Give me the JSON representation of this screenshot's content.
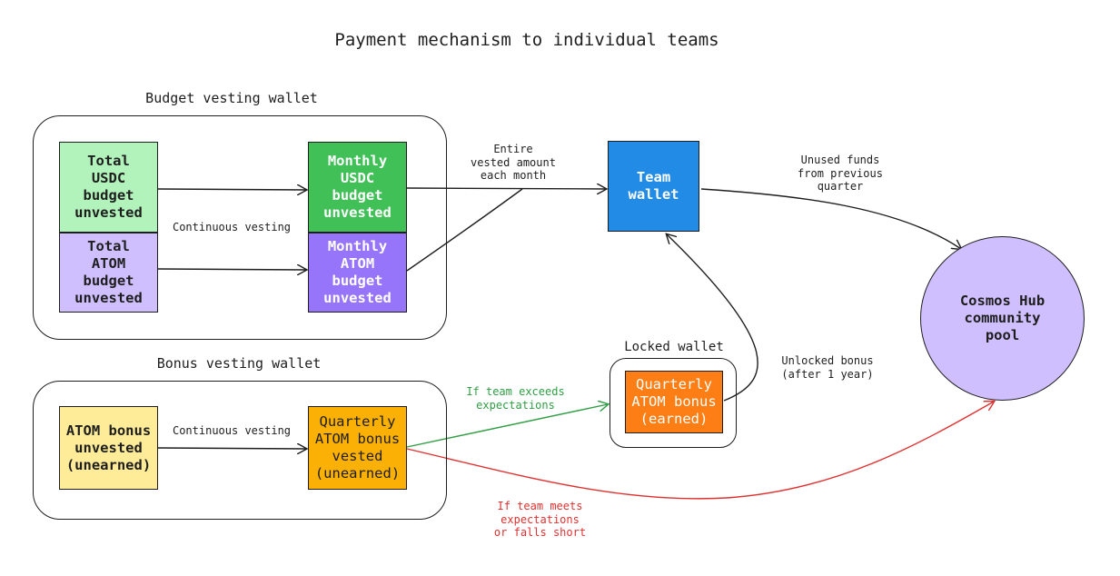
{
  "title": "Payment mechanism to individual teams",
  "groups": {
    "budget": "Budget vesting wallet",
    "bonus": "Bonus vesting wallet",
    "locked": "Locked wallet"
  },
  "nodes": {
    "total_usdc": "Total\nUSDC\nbudget\nunvested",
    "total_atom": "Total\nATOM\nbudget\nunvested",
    "monthly_usdc": "Monthly\nUSDC\nbudget\nunvested",
    "monthly_atom": "Monthly\nATOM\nbudget\nunvested",
    "team_wallet": "Team\nwallet",
    "atom_bonus_unvested": "ATOM bonus\nunvested\n(unearned)",
    "quarterly_vested": "Quarterly\nATOM bonus\nvested\n(unearned)",
    "quarterly_earned": "Quarterly\nATOM bonus\n(earned)",
    "community_pool": "Cosmos Hub\ncommunity\npool"
  },
  "edge_labels": {
    "continuous_budget": "Continuous vesting",
    "continuous_bonus": "Continuous vesting",
    "entire_vested": "Entire\nvested amount\neach month",
    "unused_funds": "Unused funds\nfrom previous\nquarter",
    "unlocked_bonus": "Unlocked bonus\n(after 1 year)",
    "exceeds": "If team exceeds\nexpectations",
    "meets": "If team meets\nexpectations\nor falls short"
  },
  "colors": {
    "usdc_unvested": "#b2f2bb",
    "usdc_monthly": "#40c057",
    "atom_unvested": "#d0bfff",
    "atom_monthly": "#9775fa",
    "team_wallet": "#228be6",
    "bonus_unvested": "#ffec99",
    "bonus_vested": "#fab005",
    "bonus_earned": "#fd7e14",
    "community_pool": "#d0bfff",
    "green_arrow": "#2f9e44",
    "red_arrow": "#e03131"
  }
}
